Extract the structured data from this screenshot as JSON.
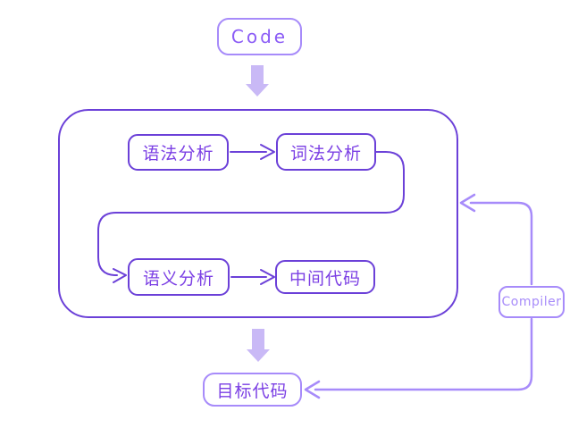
{
  "title": "compiler-flow-diagram",
  "colors": {
    "stroke-dark": "#6b40d8",
    "stroke-light": "#a78bfa",
    "arrow-thick": "#c9b9f6",
    "text-dark": "#7b3fe4",
    "text-light": "#a78bfa",
    "text-code": "#8b5cf6",
    "background": "#ffffff"
  },
  "nodes": {
    "code": {
      "label": "Code"
    },
    "syntax": {
      "label": "语法分析"
    },
    "lexical": {
      "label": "词法分析"
    },
    "semantic": {
      "label": "语义分析"
    },
    "intermediate": {
      "label": "中间代码"
    },
    "target": {
      "label": "目标代码"
    },
    "compiler": {
      "label": "Compiler"
    }
  },
  "edges": [
    {
      "from": "Code",
      "to": "compiler-container",
      "style": "thick-down-arrow"
    },
    {
      "from": "语法分析",
      "to": "词法分析",
      "style": "arrow"
    },
    {
      "from": "词法分析",
      "to": "语义分析",
      "style": "s-curve-arrow"
    },
    {
      "from": "语义分析",
      "to": "中间代码",
      "style": "arrow"
    },
    {
      "from": "compiler-container",
      "to": "目标代码",
      "style": "thick-down-arrow"
    },
    {
      "from": "Compiler",
      "to": "compiler-container",
      "style": "curve-arrow"
    },
    {
      "from": "Compiler",
      "to": "目标代码",
      "style": "curve-arrow"
    }
  ]
}
